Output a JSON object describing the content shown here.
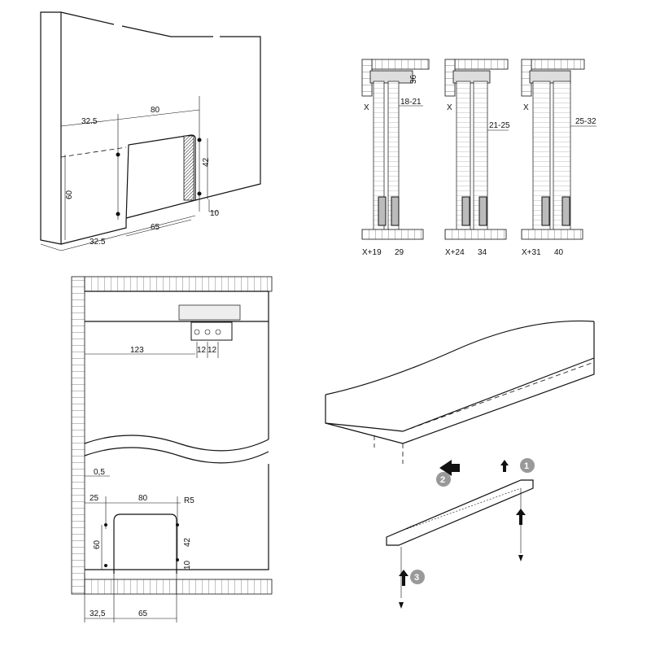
{
  "panel_a": {
    "labels": {
      "top_offset": "32.5",
      "hole_spacing": "80",
      "height": "60",
      "vertical_spacing": "42",
      "bottom_offset": "10",
      "bottom_left": "32.5",
      "cutout_width": "65"
    }
  },
  "panel_b": {
    "variants": [
      {
        "x_label": "X",
        "height": "36",
        "thickness": "18-21",
        "offset": "X+19",
        "spacing": "29"
      },
      {
        "x_label": "X",
        "thickness": "21-25",
        "offset": "X+24",
        "spacing": "34"
      },
      {
        "x_label": "X",
        "thickness": "25-32",
        "offset": "X+31",
        "spacing": "40"
      }
    ]
  },
  "panel_c": {
    "labels": {
      "distance": "123",
      "hole_a": "12",
      "hole_b": "12",
      "gap": "0,5",
      "left": "25",
      "width": "80",
      "radius": "R5",
      "height": "60",
      "vertical": "42",
      "bottom": "10",
      "bottom_left": "32,5",
      "cutout": "65"
    }
  },
  "panel_d": {
    "steps": [
      "1",
      "2",
      "3"
    ]
  }
}
